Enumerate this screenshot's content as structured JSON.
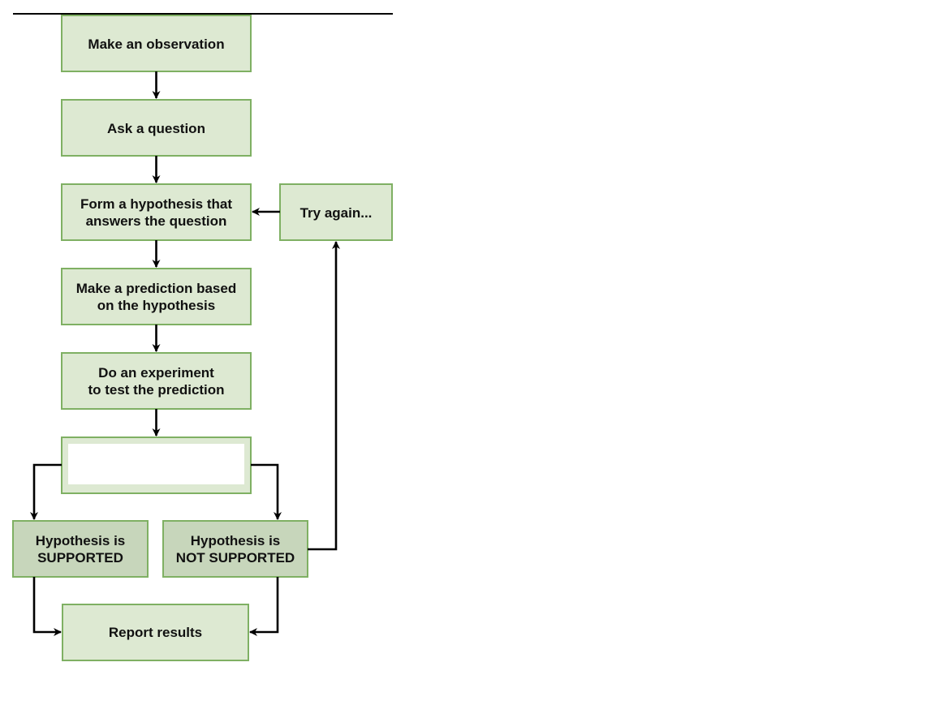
{
  "flowchart": {
    "steps": {
      "observation": "Make an observation",
      "question": "Ask a question",
      "hypothesis": [
        "Form a hypothesis that",
        "answers the question"
      ],
      "prediction": [
        "Make a prediction based",
        "on the hypothesis"
      ],
      "experiment": [
        "Do an experiment",
        "to test the prediction"
      ],
      "analysis": "",
      "supported": [
        "Hypothesis is",
        "SUPPORTED"
      ],
      "not_supported": [
        "Hypothesis is",
        "NOT SUPPORTED"
      ],
      "report": "Report results",
      "try_again": "Try again..."
    }
  },
  "colors": {
    "box_fill": "#dde9d2",
    "box_fill_outcome": "#c7d6bb",
    "box_border": "#7fb063",
    "arrow": "#000000"
  }
}
